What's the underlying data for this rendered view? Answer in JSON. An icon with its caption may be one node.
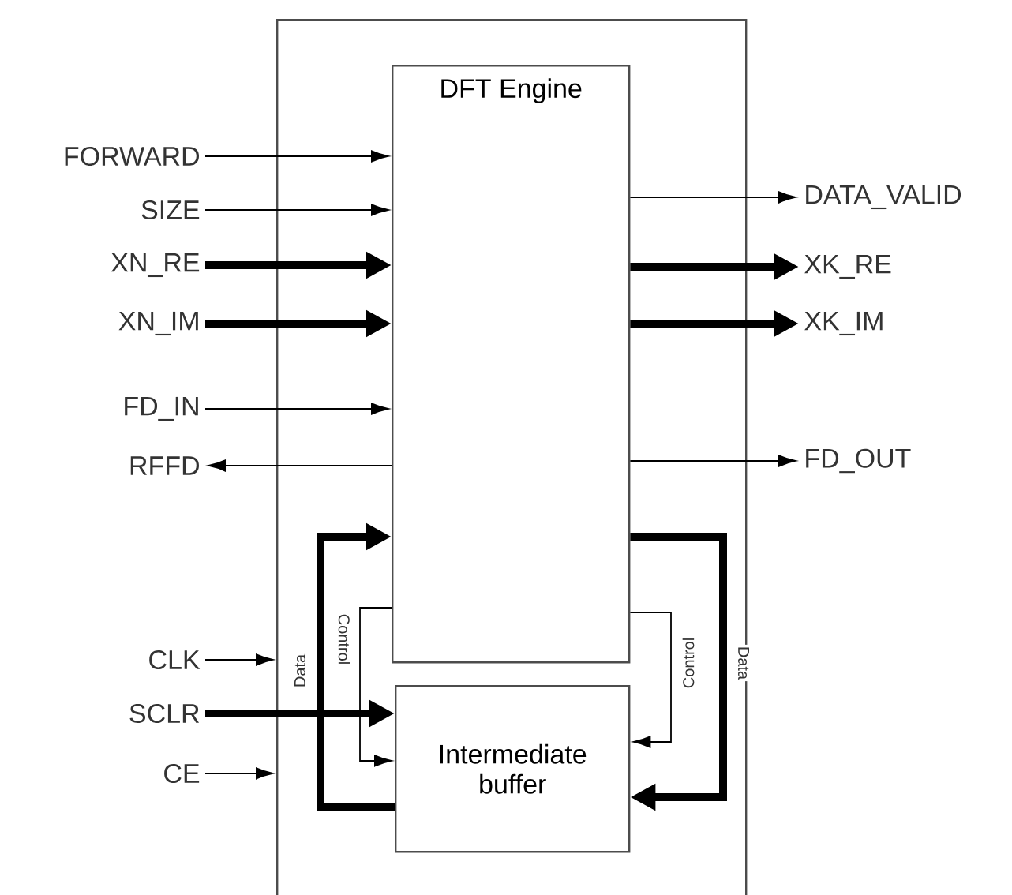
{
  "diagram": {
    "nodes": [
      {
        "text": [],
        "shape": "box"
      },
      {
        "text": [
          "DFT Engine"
        ],
        "in": 0
      },
      {
        "text": [
          "Intermediate buffer"
        ],
        "in": 0
      },
      {
        "text": [
          "FORWARD"
        ]
      },
      {
        "text": [
          "SIZE"
        ]
      },
      {
        "text": [
          "XN_RE"
        ]
      },
      {
        "text": [
          "XN_IM"
        ]
      },
      {
        "text": [
          "FD_IN"
        ]
      },
      {
        "text": [
          "RFFD"
        ]
      },
      {
        "text": [
          "DATA_VALID"
        ]
      },
      {
        "text": [
          "XK_RE"
        ]
      },
      {
        "text": [
          "XK_IM"
        ]
      },
      {
        "text": [
          "FD_OUT"
        ]
      },
      {
        "text": [
          "CLK"
        ]
      },
      {
        "text": [
          "SCLR"
        ]
      },
      {
        "text": [
          "CE"
        ]
      }
    ],
    "edges": [
      {
        "from": 3,
        "to": 1,
        "arrow": "to"
      },
      {
        "from": 4,
        "to": 1,
        "arrow": "to"
      },
      {
        "from": 5,
        "to": 1,
        "arrow": "to",
        "style": "thick"
      },
      {
        "from": 6,
        "to": 1,
        "arrow": "to",
        "style": "thick"
      },
      {
        "from": 7,
        "to": 1,
        "arrow": "to"
      },
      {
        "from": 1,
        "to": 8,
        "arrow": "to"
      },
      {
        "from": 1,
        "to": 9,
        "arrow": "to"
      },
      {
        "from": 1,
        "to": 10,
        "arrow": "to",
        "style": "thick"
      },
      {
        "from": 1,
        "to": 11,
        "arrow": "to",
        "style": "thick"
      },
      {
        "from": 1,
        "to": 12,
        "arrow": "to"
      },
      {
        "from": 13,
        "to": 0,
        "arrow": "to"
      },
      {
        "from": 14,
        "to": 2,
        "arrow": "to",
        "style": "thick"
      },
      {
        "from": 15,
        "to": 0,
        "arrow": "to"
      },
      {
        "from": 2,
        "to": 1,
        "arrow": "to",
        "style": "thick",
        "label": "Data"
      },
      {
        "from": 1,
        "to": 2,
        "arrow": "to",
        "label": "Control"
      },
      {
        "from": 1,
        "to": 2,
        "arrow": "to",
        "label": "Control"
      },
      {
        "from": 1,
        "to": 2,
        "arrow": "to",
        "style": "thick",
        "label": "Data"
      }
    ]
  }
}
